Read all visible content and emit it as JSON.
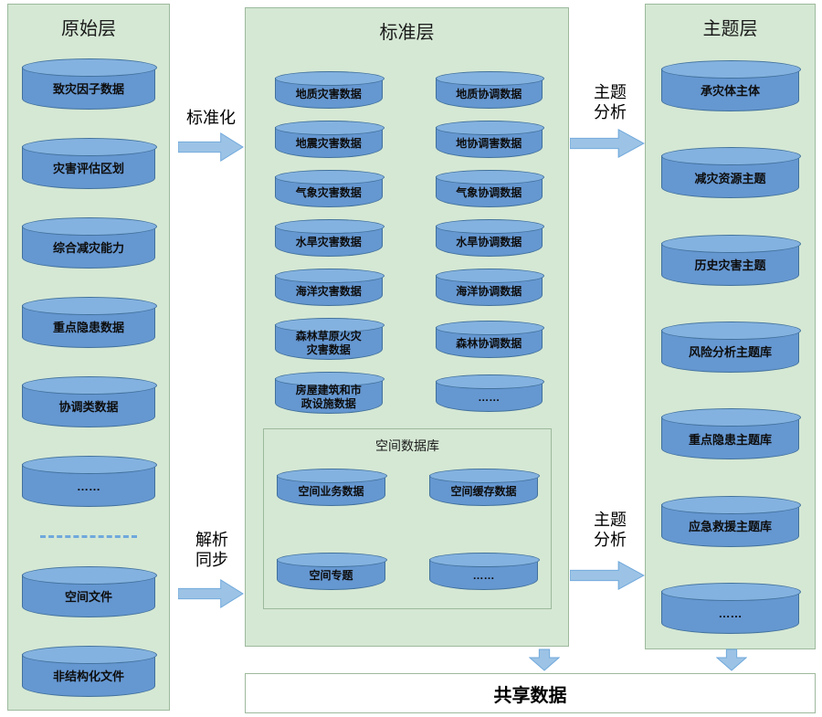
{
  "colors": {
    "panel_bg": "#d5e8d4",
    "panel_border": "#9db99c",
    "cylinder_body": "#6597d1",
    "cylinder_top": "#84b2e0",
    "cylinder_border": "#41719c",
    "arrow_fill": "#9cc3e5",
    "arrow_border": "#6fa8dc",
    "dash_color": "#6fa8dc"
  },
  "left_panel": {
    "title": "原始层",
    "items": [
      {
        "label": "致灾因子数据"
      },
      {
        "label": "灾害评估区划"
      },
      {
        "label": "综合减灾能力"
      },
      {
        "label": "重点隐患数据"
      },
      {
        "label": "协调类数据"
      },
      {
        "label": "……"
      },
      {
        "type": "dash"
      },
      {
        "label": "空间文件"
      },
      {
        "label": "非结构化文件"
      }
    ]
  },
  "standard_panel": {
    "title": "标准层",
    "grid_items": [
      {
        "label": "地质灾害数据"
      },
      {
        "label": "地质协调数据"
      },
      {
        "label": "地震灾害数据"
      },
      {
        "label": "地协调害数据"
      },
      {
        "label": "气象灾害数据"
      },
      {
        "label": "气象协调数据"
      },
      {
        "label": "水旱灾害数据"
      },
      {
        "label": "水旱协调数据"
      },
      {
        "label": "海洋灾害数据"
      },
      {
        "label": "海洋协调数据"
      },
      {
        "label": "森林草原火灾\n灾害数据"
      },
      {
        "label": "森林协调数据"
      },
      {
        "label": "房屋建筑和市\n政设施数据"
      },
      {
        "label": "……"
      }
    ],
    "spatial_box": {
      "title": "空间数据库",
      "items": [
        {
          "label": "空间业务数据"
        },
        {
          "label": "空间缓存数据"
        },
        {
          "label": "空间专题"
        },
        {
          "label": "……"
        }
      ]
    }
  },
  "theme_panel": {
    "title": "主题层",
    "items": [
      {
        "label": "承灾体主体"
      },
      {
        "label": "减灾资源主题"
      },
      {
        "label": "历史灾害主题"
      },
      {
        "label": "风险分析主题库"
      },
      {
        "label": "重点隐患主题库"
      },
      {
        "label": "应急救援主题库"
      },
      {
        "label": "……"
      }
    ]
  },
  "arrows": {
    "standardize": {
      "label": "标准化"
    },
    "parse_sync": {
      "label": "解析\n同步"
    },
    "theme_analysis_top": {
      "label": "主题\n分析"
    },
    "theme_analysis_bottom": {
      "label": "主题\n分析"
    }
  },
  "bottom_bar": {
    "title": "共享数据"
  }
}
